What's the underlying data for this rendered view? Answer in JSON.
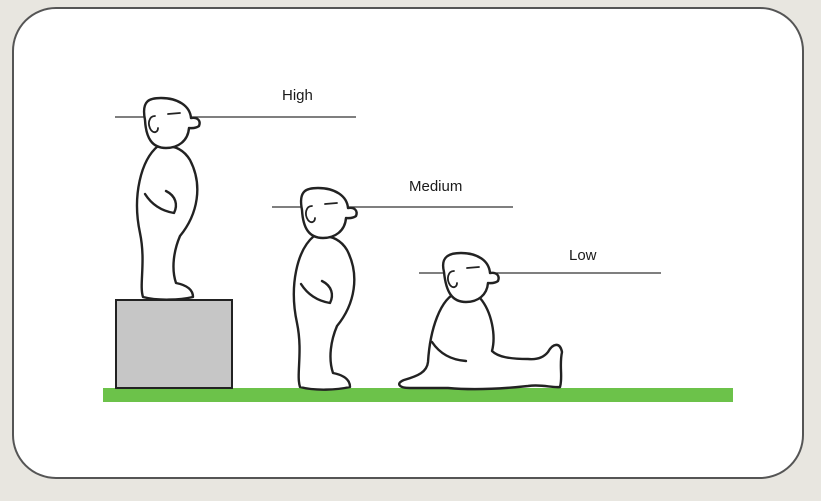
{
  "labels": {
    "high": "High",
    "medium": "Medium",
    "low": "Low"
  },
  "colors": {
    "ground": "#6cc24a",
    "box_fill": "#c6c6c6",
    "outline": "#222222",
    "eye_line": "#333333",
    "frame_background": "#e8e6e0",
    "card": "#ffffff"
  }
}
